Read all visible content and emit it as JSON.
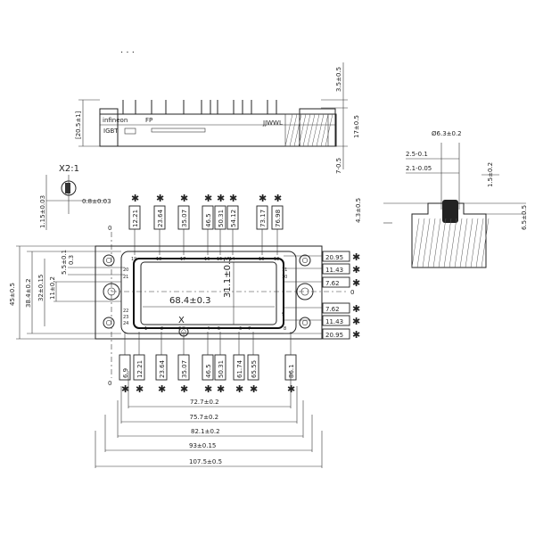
{
  "top_view": {
    "dims": {
      "height_total": "[20.5±1]",
      "top": "3.5±0.5",
      "side": "17±0.5",
      "pin": "7-0.5"
    },
    "label_brand": "infineon",
    "label_fp": "FP",
    "label_igbt": "IGBT",
    "label_mark": "JJWWL",
    "cropped_heading": "· · ·"
  },
  "detail_x": {
    "title": "X2:1",
    "dim_pin": "0.8±0.03",
    "dim_hole": "1.15±0.03"
  },
  "section_view": {
    "dia": "Ø6.3±0.2",
    "d1": "2.5-0.1",
    "d2": "2.1-0.05",
    "d3": "1.5±0.2",
    "d4": "4.3±0.5",
    "d5": "6.5±0.5"
  },
  "plan_view": {
    "top_pins": [
      "12.21",
      "23.64",
      "35.07",
      "46.5",
      "50.31",
      "54.12",
      "73.17",
      "76.98"
    ],
    "pin_ids_top": [
      "19",
      "18",
      "17",
      "16",
      "15",
      "14",
      "13",
      "12"
    ],
    "bottom_pins": [
      "6.9",
      "12.21",
      "23.64",
      "35.07",
      "46.5",
      "50.31",
      "61.74",
      "65.55",
      "86.1"
    ],
    "pin_ids_bottom": [
      "1",
      "2",
      "3",
      "4",
      "5",
      "6",
      "7",
      "8"
    ],
    "side_pin_ids": [
      "20",
      "21",
      "22",
      "23",
      "24",
      "11",
      "10",
      "9"
    ],
    "right_pins_top": [
      "20.95",
      "11.43",
      "7.62"
    ],
    "right_pins_bottom": [
      "7.62",
      "11.43",
      "20.95"
    ],
    "zero_right": "0",
    "zero_bottom": "0",
    "zero_top": "0",
    "left_dims": {
      "d45": "45±0.5",
      "d384": "38.4±0.2",
      "d32": "32±0.15",
      "d11": "11±0.2",
      "d55": "5.5±0.1",
      "d03": "0.3"
    },
    "inner": {
      "d684": "68.4±0.3",
      "d311": "31.1±0.3",
      "mark": "X"
    },
    "bottom_dims": [
      "72.7±0.2",
      "75.7±0.2",
      "82.1±0.2",
      "93±0.15",
      "107.5±0.5"
    ],
    "star": "✱"
  }
}
